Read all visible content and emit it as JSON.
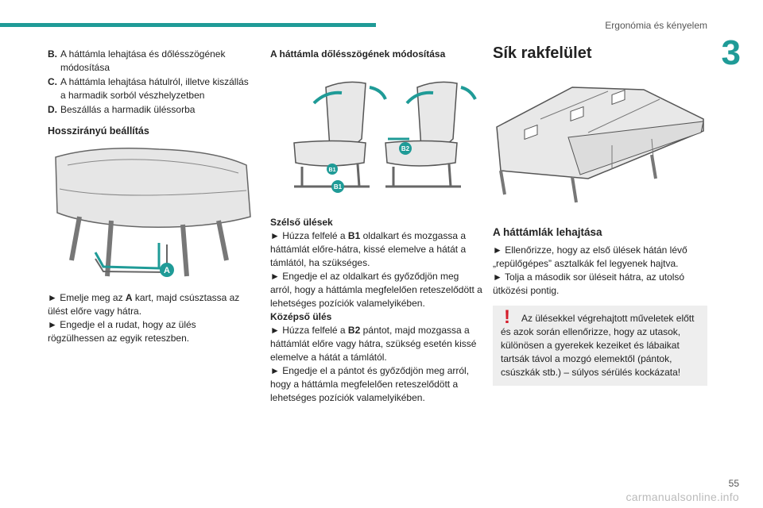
{
  "header": {
    "section_title": "Ergonómia és kényelem",
    "chapter_number": "3"
  },
  "accent_color": "#1f9b97",
  "warning_color": "#d51c2a",
  "left_column": {
    "list": [
      {
        "label": "B.",
        "text": "A háttámla lehajtása és dőlésszögének módosítása"
      },
      {
        "label": "C.",
        "text": "A háttámla lehajtása hátulról, illetve kiszállás a harmadik sorból vészhelyzetben"
      },
      {
        "label": "D.",
        "text": "Beszállás a harmadik üléssorba"
      }
    ],
    "heading": "Hosszirányú beállítás",
    "figure_label": "A",
    "steps": [
      "► Emelje meg az ",
      "A",
      " kart, majd csúsztassa az ülést előre vagy hátra.",
      "► Engedje el a rudat, hogy az ülés rögzülhessen az egyik reteszben."
    ]
  },
  "middle_column": {
    "heading": "A háttámla dőlésszögének módosítása",
    "figure_labels": [
      "B1",
      "B1",
      "B2"
    ],
    "outer_heading": "Szélső ülések",
    "outer_steps": [
      [
        "► Húzza felfelé a ",
        "B1",
        " oldalkart és mozgassa a háttámlát előre-hátra, kissé elemelve a hátát a támlától, ha szükséges."
      ],
      [
        "► Engedje el az oldalkart és győződjön meg arról, hogy a háttámla megfelelően reteszelődött a lehetséges pozíciók valamelyikében."
      ]
    ],
    "middle_heading": "Középső ülés",
    "middle_steps": [
      [
        "► Húzza felfelé a ",
        "B2",
        " pántot, majd mozgassa a háttámlát előre vagy hátra, szükség esetén kissé elemelve a hátát a támlától."
      ],
      [
        "► Engedje el a pántot és győződjön meg arról, hogy a háttámla megfelelően reteszelődött a lehetséges pozíciók valamelyikében."
      ]
    ]
  },
  "right_column": {
    "page_heading": "Sík rakfelület",
    "section_heading": "A háttámlák lehajtása",
    "steps": [
      "► Ellenőrizze, hogy az első ülések hátán lévő „repülőgépes” asztalkák fel legyenek hajtva.",
      "► Tolja a második sor üléseit hátra, az utolsó ütközési pontig."
    ],
    "warning_icon": "exclamation-icon",
    "warning_text": "Az ülésekkel végrehajtott műveletek előtt és azok során ellenőrizze, hogy az utasok, különösen a gyerekek kezeiket és lábaikat tartsák távol a mozgó elemektől (pántok, csúszkák stb.) – súlyos sérülés kockázata!"
  },
  "footer": {
    "page_number": "55",
    "watermark": "carmanualsonline.info"
  }
}
